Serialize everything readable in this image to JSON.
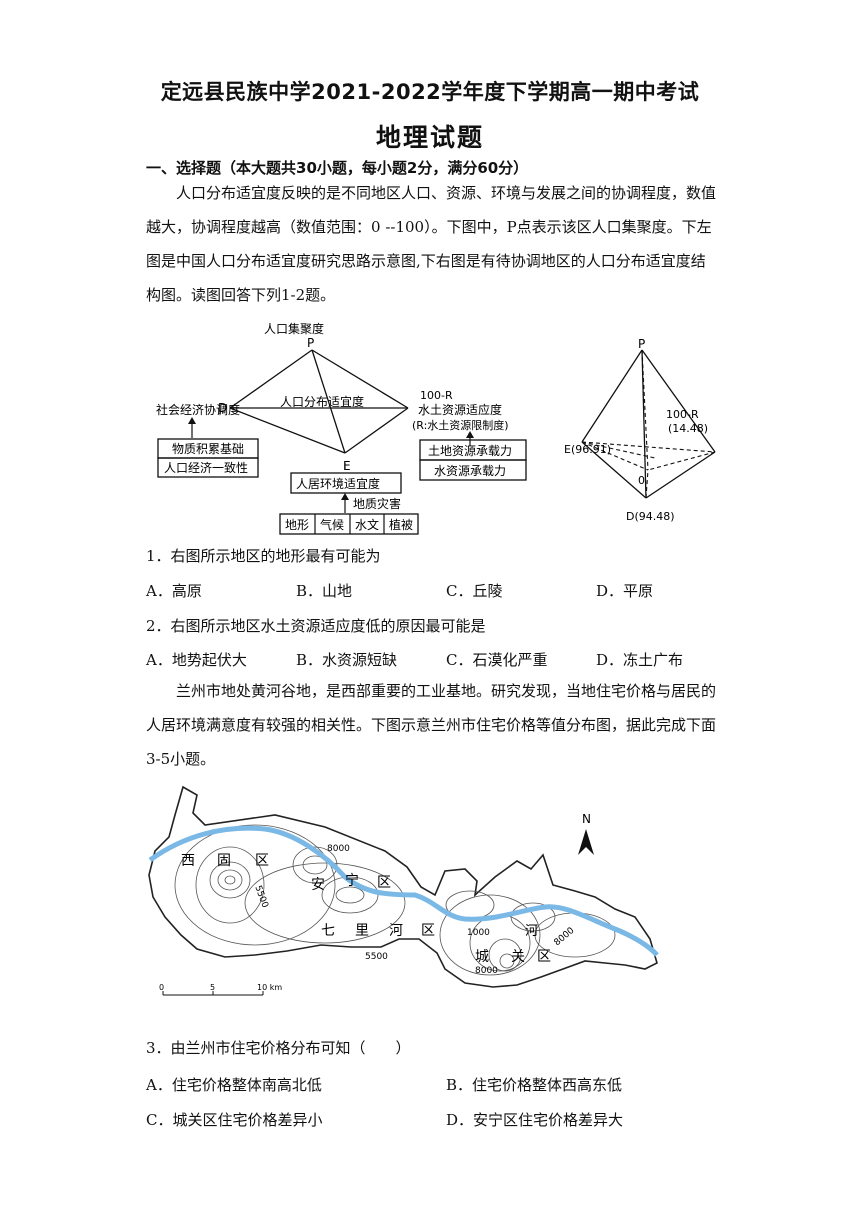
{
  "header": {
    "title": "定远县民族中学2021-2022学年度下学期高一期中考试",
    "subject": "地理试题"
  },
  "section1": {
    "heading": "一、选择题（本大题共30小题，每小题2分，满分60分）"
  },
  "intro1": {
    "lines": [
      "人口分布适宜度反映的是不同地区人口、资源、环境与发展之间的协调程度，数值",
      "越大，协调程度越高（数值范围：0 --100）。下图中，P点表示该区人口集聚度。下左",
      "图是中国人口分布适宜度研究思路示意图,下右图是有待协调地区的人口分布适宜度结",
      "构图。读图回答下列1-2题。"
    ]
  },
  "diagram_left": {
    "p_label": "人口集聚度",
    "p": "P",
    "d": "D",
    "e": "E",
    "center_label": "人口分布适宜度",
    "left_top": "社会经济协调度",
    "left_box1": "物质积累基础",
    "left_box2": "人口经济一致性",
    "right_top1": "100-R",
    "right_top2": "水土资源适应度",
    "right_top3": "(R:水土资源限制度)",
    "right_box1": "土地资源承载力",
    "right_box2": "水资源承载力",
    "bottom_box": "人居环境适宜度",
    "bottom_label": "地质灾害",
    "bottom_cells": [
      "地形",
      "气候",
      "水文",
      "植被"
    ]
  },
  "diagram_right": {
    "p": "P",
    "e": "E(96.91)",
    "r1": "100-R",
    "r2": "(14.48)",
    "o": "0",
    "d": "D(94.48)"
  },
  "q1": {
    "stem": "1．右图所示地区的地形最有可能为",
    "options": [
      "A．高原",
      "B．山地",
      "C．丘陵",
      "D．平原"
    ]
  },
  "q2": {
    "stem": "2．右图所示地区水土资源适应度低的原因最可能是",
    "options": [
      "A．地势起伏大",
      "B．水资源短缺",
      "C．石漠化严重",
      "D．冻土广布"
    ]
  },
  "intro2": {
    "lines": [
      "兰州市地处黄河谷地，是西部重要的工业基地。研究发现，当地住宅价格与居民的",
      "人居环境满意度有较强的相关性。下图示意兰州市住宅价格等值分布图，据此完成下面",
      "3-5小题。"
    ]
  },
  "map": {
    "district_xigu": [
      "西",
      "固",
      "区"
    ],
    "district_anning": [
      "安",
      "宁",
      "区"
    ],
    "district_qilihe": [
      "七",
      "里",
      "河",
      "区"
    ],
    "district_chengguan": [
      "城",
      "关",
      "区"
    ],
    "river_label": "河",
    "contour_labels": [
      "5500",
      "8000",
      "5500",
      "1000",
      "8000",
      "8000"
    ],
    "north": "N",
    "scale": [
      "0",
      "5",
      "10 km"
    ],
    "colors": {
      "river": "#7ab8e6",
      "contour": "#555555"
    }
  },
  "q3": {
    "stem": "3．由兰州市住宅价格分布可知（　　）",
    "options": [
      "A．住宅价格整体南高北低",
      "B．住宅价格整体西高东低",
      "C．城关区住宅价格差异小",
      "D．安宁区住宅价格差异大"
    ]
  }
}
